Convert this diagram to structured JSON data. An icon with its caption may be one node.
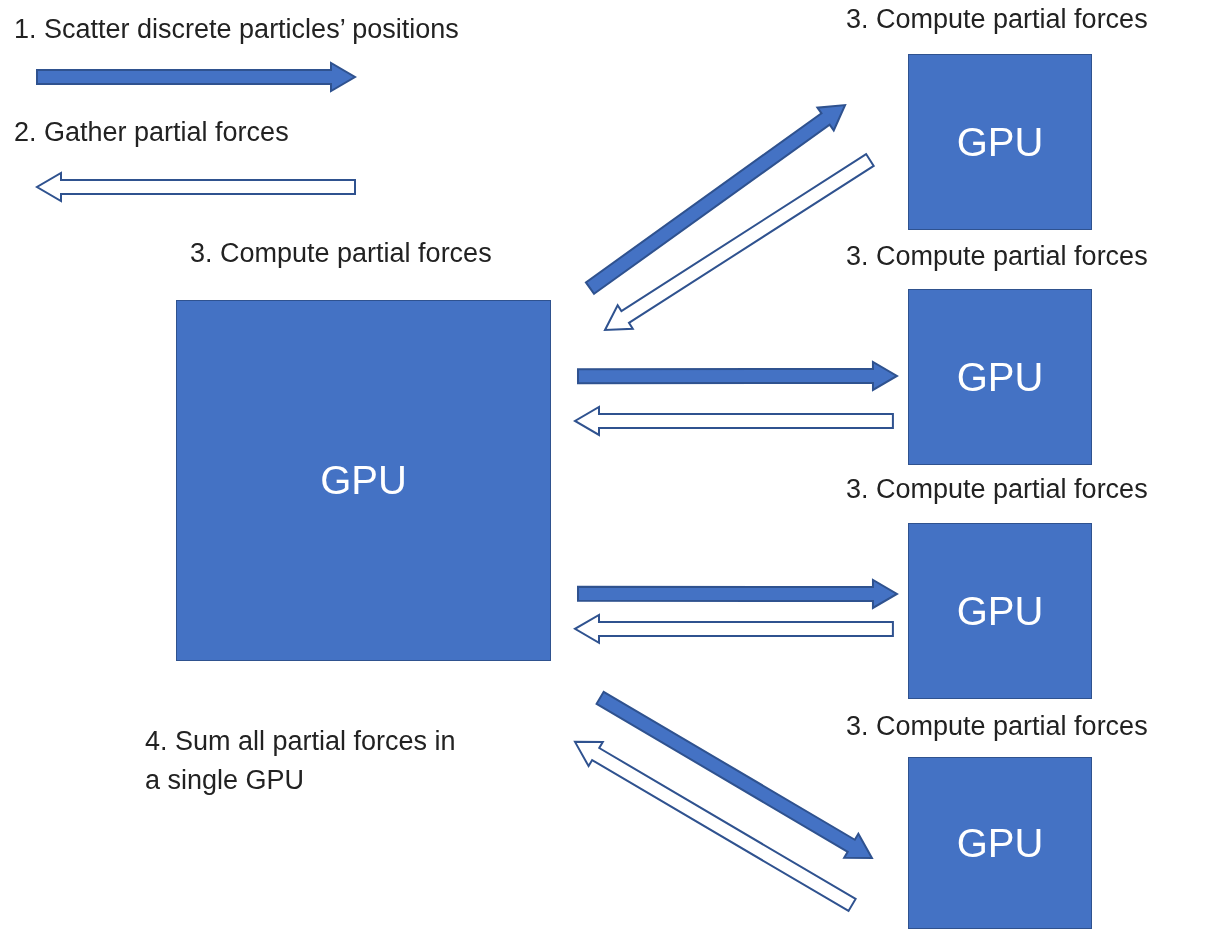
{
  "diagram": {
    "nodes": [
      {
        "text": [
          "3. Compute partial forces",
          "GPU"
        ],
        "beside": [
          "4. Sum all partial forces in a single GPU"
        ]
      },
      {
        "text": [
          "3. Compute partial forces",
          "GPU"
        ]
      },
      {
        "text": [
          "3. Compute partial forces",
          "GPU"
        ]
      },
      {
        "text": [
          "3. Compute partial forces",
          "GPU"
        ]
      },
      {
        "text": [
          "3. Compute partial forces",
          "GPU"
        ]
      }
    ],
    "edges": [
      {
        "from": 0,
        "to": 1,
        "arrow": "to"
      },
      {
        "from": 1,
        "to": 0,
        "arrow": "to"
      },
      {
        "from": 0,
        "to": 2,
        "arrow": "to"
      },
      {
        "from": 2,
        "to": 0,
        "arrow": "to"
      },
      {
        "from": 0,
        "to": 3,
        "arrow": "to"
      },
      {
        "from": 3,
        "to": 0,
        "arrow": "to"
      },
      {
        "from": 0,
        "to": 4,
        "arrow": "to"
      },
      {
        "from": 4,
        "to": 0,
        "arrow": "to"
      }
    ],
    "legend": [
      {
        "text": "1. Scatter discrete particles’ positions"
      },
      {
        "text": "2. Gather partial forces"
      }
    ]
  }
}
